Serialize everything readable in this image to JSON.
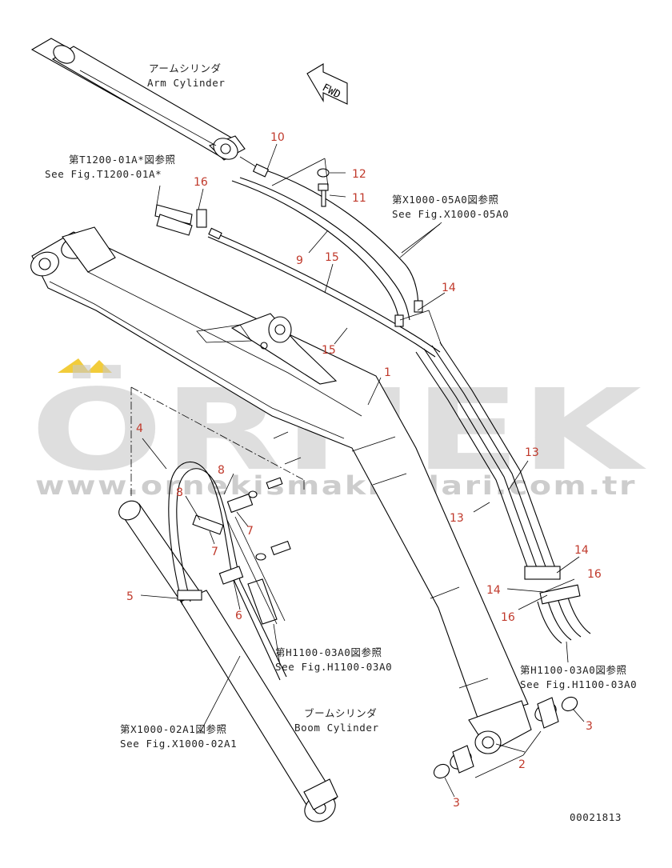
{
  "watermark": {
    "brand": "ÖRNEK",
    "url": "www.ornekismakinalari.com.tr",
    "accent_color": "#f2cc3a",
    "text_color": "#c8c8c8"
  },
  "fwd_label": "FWD",
  "drawing_number": "00021813",
  "notes": {
    "arm_cylinder_jp": "アームシリンダ",
    "arm_cylinder_en": "Arm Cylinder",
    "boom_cylinder_jp": "ブームシリンダ",
    "boom_cylinder_en": "Boom Cylinder",
    "ref_t1200_jp": "第T1200-01A*図参照",
    "ref_t1200_en": "See Fig.T1200-01A*",
    "ref_x1000_05_jp": "第X1000-05A0図参照",
    "ref_x1000_05_en": "See Fig.X1000-05A0",
    "ref_h1100_left_jp": "第H1100-03A0図参照",
    "ref_h1100_left_en": "See Fig.H1100-03A0",
    "ref_h1100_right_jp": "第H1100-03A0図参照",
    "ref_h1100_right_en": "See Fig.H1100-03A0",
    "ref_x1000_02_jp": "第X1000-02A1図参照",
    "ref_x1000_02_en": "See Fig.X1000-02A1"
  },
  "callouts": {
    "c1": "1",
    "c2": "2",
    "c3a": "3",
    "c3b": "3",
    "c4": "4",
    "c5": "5",
    "c6": "6",
    "c7a": "7",
    "c7b": "7",
    "c8a": "8",
    "c8b": "8",
    "c9": "9",
    "c10": "10",
    "c11": "11",
    "c12": "12",
    "c13a": "13",
    "c13b": "13",
    "c14a": "14",
    "c14b": "14",
    "c14c": "14",
    "c15a": "15",
    "c15b": "15",
    "c16a": "16",
    "c16b": "16",
    "c16c": "16"
  }
}
